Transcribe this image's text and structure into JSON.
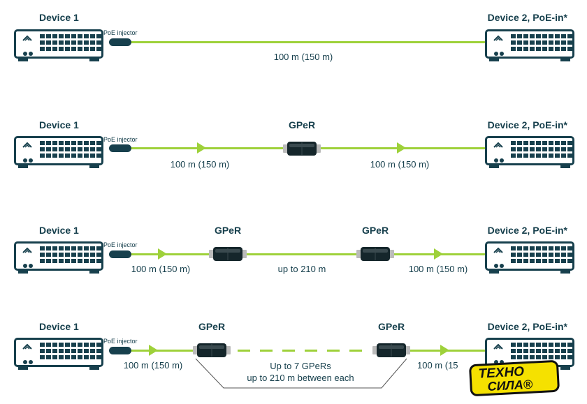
{
  "rows": [
    {
      "device1": "Device 1",
      "device2": "Device 2, PoE-in*",
      "injector": "PoE injector",
      "gpers": [],
      "distances": [
        "100 m (150 m)"
      ]
    },
    {
      "device1": "Device 1",
      "device2": "Device 2, PoE-in*",
      "injector": "PoE injector",
      "gpers": [
        "GPeR"
      ],
      "distances": [
        "100 m (150 m)",
        "100 m (150 m)"
      ]
    },
    {
      "device1": "Device 1",
      "device2": "Device 2, PoE-in*",
      "injector": "PoE injector",
      "gpers": [
        "GPeR",
        "GPeR"
      ],
      "distances": [
        "100 m (150 m)",
        "up to 210 m",
        "100 m (150 m)"
      ]
    },
    {
      "device1": "Device 1",
      "device2": "Device 2, PoE-in*",
      "injector": "PoE injector",
      "gpers": [
        "GPeR",
        "GPeR"
      ],
      "distances": [
        "100 m (150 m)",
        "Up to 7 GPeRs",
        "up to 210 m between each",
        "100 m (15"
      ]
    }
  ],
  "brand": {
    "line1": "ТЕХНО",
    "line2": "СИЛА®"
  },
  "colors": {
    "cable": "#9ed13a",
    "device": "#17404d",
    "brand_bg": "#f5e100"
  },
  "icons": [
    "switch-icon",
    "mikrotik-logo-icon",
    "poe-injector-icon",
    "gper-icon",
    "arrow-right-icon",
    "brace-icon"
  ]
}
